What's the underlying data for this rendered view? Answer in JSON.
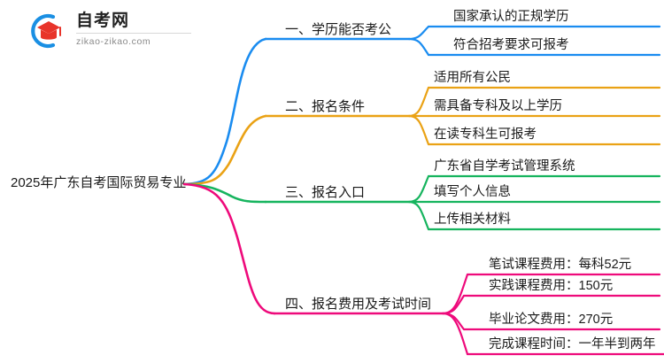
{
  "logo": {
    "title": "自考网",
    "subtitle": "zikao-zikao.com",
    "mark_blue": "#1a8fe3",
    "mark_red": "#e8342a"
  },
  "mindmap": {
    "root": {
      "label": "2025年广东自考国际贸易专业"
    },
    "branches": [
      {
        "label": "一、学历能否考公",
        "color": "#1a8cf0",
        "children": [
          {
            "label": "国家承认的正规学历"
          },
          {
            "label": "符合招考要求可报考"
          }
        ]
      },
      {
        "label": "二、报名条件",
        "color": "#eaa215",
        "children": [
          {
            "label": "适用所有公民"
          },
          {
            "label": "需具备专科及以上学历"
          },
          {
            "label": "在读专科生可报考"
          }
        ]
      },
      {
        "label": "三、报名入口",
        "color": "#16b45e",
        "children": [
          {
            "label": "广东省自学考试管理系统"
          },
          {
            "label": "填写个人信息"
          },
          {
            "label": "上传相关材料"
          }
        ]
      },
      {
        "label": "四、报名费用及考试时间",
        "color": "#ee0a7b",
        "children": [
          {
            "label": "笔试课程费用：每科52元"
          },
          {
            "label": "实践课程费用：150元"
          },
          {
            "label": "毕业论文费用：270元"
          },
          {
            "label": "完成课程时间：一年半到两年"
          }
        ]
      }
    ]
  }
}
